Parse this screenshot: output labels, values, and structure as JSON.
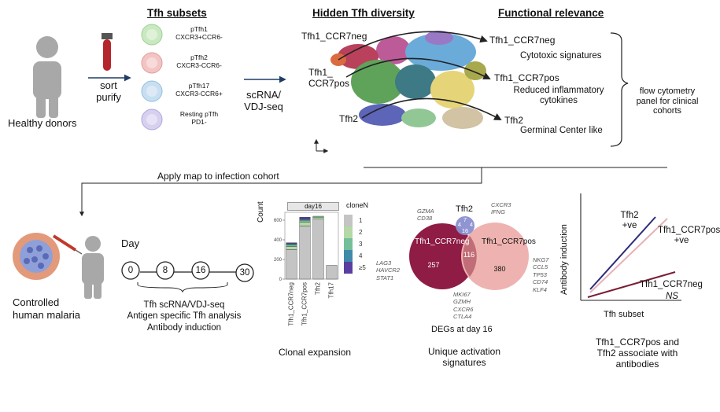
{
  "top": {
    "healthy_donors": "Healthy donors",
    "sort": "sort",
    "purify": "purify",
    "tfh_subsets_title": "Tfh subsets",
    "subsets": [
      {
        "name": "pTfh1",
        "markers": "CXCR3+CCR6-",
        "color": "#c9e9c0"
      },
      {
        "name": "pTfh2",
        "markers": "CXCR3-CCR6-",
        "color": "#f2c4c4"
      },
      {
        "name": "pTfh17",
        "markers": "CXCR3-CCR6+",
        "color": "#c7dff0"
      },
      {
        "name": "Resting pTfh",
        "markers": "PD1-",
        "color": "#d7d0ee"
      }
    ],
    "scrna_line1": "scRNA/",
    "scrna_line2": "VDJ-seq",
    "hidden_title": "Hidden Tfh diversity",
    "umap_labels": {
      "ccr7neg": "Tfh1_CCR7neg",
      "ccr7pos_1": "Tfh1_",
      "ccr7pos_2": "CCR7pos",
      "tfh2": "Tfh2"
    },
    "functional_title": "Functional relevance",
    "functional": [
      {
        "name": "Tfh1_CCR7neg",
        "desc": "Cytotoxic signatures"
      },
      {
        "name": "Tfh1_CCR7pos",
        "desc": "Reduced inflammatory cytokines"
      },
      {
        "name": "Tfh2",
        "desc": "Germinal Center like"
      }
    ],
    "flow_panel": "flow cytometry panel for clinical cohorts",
    "apply_map": "Apply map to infection cohort"
  },
  "bottom": {
    "controlled_malaria_1": "Controlled",
    "controlled_malaria_2": "human malaria",
    "day_label": "Day",
    "days": [
      "0",
      "8",
      "16",
      "30"
    ],
    "tasks": [
      "Tfh scRNA/VDJ-seq",
      "Antigen specific Tfh analysis",
      "Antibody induction"
    ],
    "clonal_caption": "Clonal expansion",
    "venn_caption_title": "DEGs at day 16",
    "venn_caption": "Unique activation signatures",
    "antibody_caption": "Tfh1_CCR7pos and Tfh2 associate with antibodies"
  },
  "chart_data": [
    {
      "type": "bar",
      "title": "day16",
      "ylabel": "Count",
      "categories": [
        "Tfh1_CCR7neg",
        "Tfh1_CCR7pos",
        "Tfh2",
        "Tfh17"
      ],
      "legend_title": "cloneN",
      "series": [
        {
          "name": "1",
          "values": [
            300,
            540,
            610,
            140
          ],
          "color": "#c4c4c4"
        },
        {
          "name": "2",
          "values": [
            30,
            40,
            20,
            0
          ],
          "color": "#b5d8a8"
        },
        {
          "name": "3",
          "values": [
            20,
            20,
            10,
            0
          ],
          "color": "#74bf9a"
        },
        {
          "name": "4",
          "values": [
            10,
            10,
            0,
            0
          ],
          "color": "#3f8aa9"
        },
        {
          "name": "≥5",
          "values": [
            10,
            20,
            0,
            0
          ],
          "color": "#5a3fa0"
        }
      ],
      "yticks": [
        0,
        200,
        400,
        600
      ],
      "ylim": [
        0,
        680
      ]
    },
    {
      "type": "venn",
      "sets": [
        {
          "name": "Tfh1_CCR7neg",
          "unique": "257",
          "genes": [
            "LAG3",
            "HAVCR2",
            "STAT1"
          ],
          "top_genes": [
            "GZMA",
            "CD38"
          ],
          "color": "#8e1c45"
        },
        {
          "name": "Tfh1_CCR7pos",
          "unique": "380",
          "genes": [
            "NKG7",
            "CCL5",
            "TP53",
            "CD74",
            "KLF4"
          ],
          "color": "#eeb3b0"
        },
        {
          "name": "Tfh2",
          "unique": "7",
          "genes": [
            "CXCR3",
            "IFNG"
          ],
          "color": "#8a8fd0"
        }
      ],
      "overlaps": {
        "ccr7neg_ccr7pos": "116",
        "tfh2_ccr7neg": "4",
        "tfh2_ccr7pos": "4",
        "all": "16"
      },
      "shared_genes": [
        "MKI67",
        "GZMH",
        "CXCR6",
        "CTLA4"
      ]
    },
    {
      "type": "line",
      "xlabel": "Tfh subset",
      "ylabel": "Antibody induction",
      "series": [
        {
          "name": "Tfh2",
          "annotation": "+ve",
          "color": "#2d2a7a",
          "slope": 1.6
        },
        {
          "name": "Tfh1_CCR7pos",
          "annotation": "+ve",
          "color": "#e6b0b8",
          "slope": 1.3
        },
        {
          "name": "Tfh1_CCR7neg",
          "annotation": "NS",
          "color": "#7a1c33",
          "slope": 0.45
        }
      ]
    }
  ]
}
